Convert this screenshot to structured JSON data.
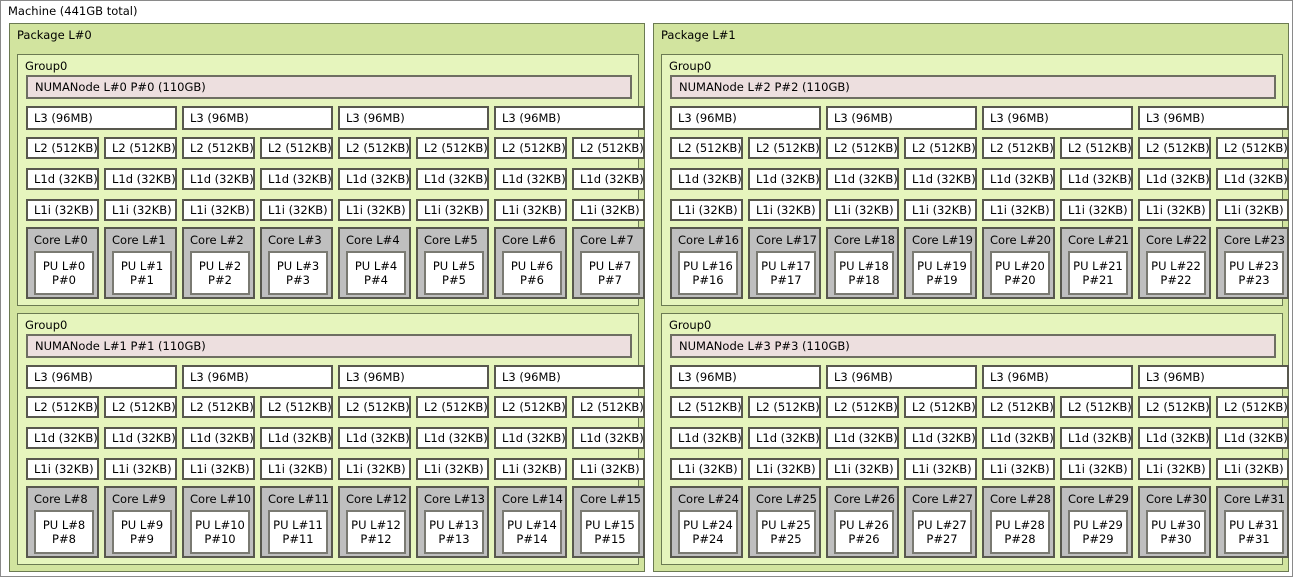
{
  "machine": {
    "label": "Machine (441GB total)"
  },
  "packages": [
    {
      "label": "Package L#0",
      "groups": [
        {
          "label": "Group0",
          "numanode": "NUMANode L#0 P#0 (110GB)",
          "l3": [
            "L3 (96MB)",
            "L3 (96MB)",
            "L3 (96MB)",
            "L3 (96MB)"
          ],
          "l2": [
            "L2 (512KB)",
            "L2 (512KB)",
            "L2 (512KB)",
            "L2 (512KB)",
            "L2 (512KB)",
            "L2 (512KB)",
            "L2 (512KB)",
            "L2 (512KB)"
          ],
          "l1d": [
            "L1d (32KB)",
            "L1d (32KB)",
            "L1d (32KB)",
            "L1d (32KB)",
            "L1d (32KB)",
            "L1d (32KB)",
            "L1d (32KB)",
            "L1d (32KB)"
          ],
          "l1i": [
            "L1i (32KB)",
            "L1i (32KB)",
            "L1i (32KB)",
            "L1i (32KB)",
            "L1i (32KB)",
            "L1i (32KB)",
            "L1i (32KB)",
            "L1i (32KB)"
          ],
          "cores": [
            {
              "label": "Core L#0",
              "pu_l": "PU L#0",
              "pu_p": "P#0"
            },
            {
              "label": "Core L#1",
              "pu_l": "PU L#1",
              "pu_p": "P#1"
            },
            {
              "label": "Core L#2",
              "pu_l": "PU L#2",
              "pu_p": "P#2"
            },
            {
              "label": "Core L#3",
              "pu_l": "PU L#3",
              "pu_p": "P#3"
            },
            {
              "label": "Core L#4",
              "pu_l": "PU L#4",
              "pu_p": "P#4"
            },
            {
              "label": "Core L#5",
              "pu_l": "PU L#5",
              "pu_p": "P#5"
            },
            {
              "label": "Core L#6",
              "pu_l": "PU L#6",
              "pu_p": "P#6"
            },
            {
              "label": "Core L#7",
              "pu_l": "PU L#7",
              "pu_p": "P#7"
            }
          ]
        },
        {
          "label": "Group0",
          "numanode": "NUMANode L#1 P#1 (110GB)",
          "l3": [
            "L3 (96MB)",
            "L3 (96MB)",
            "L3 (96MB)",
            "L3 (96MB)"
          ],
          "l2": [
            "L2 (512KB)",
            "L2 (512KB)",
            "L2 (512KB)",
            "L2 (512KB)",
            "L2 (512KB)",
            "L2 (512KB)",
            "L2 (512KB)",
            "L2 (512KB)"
          ],
          "l1d": [
            "L1d (32KB)",
            "L1d (32KB)",
            "L1d (32KB)",
            "L1d (32KB)",
            "L1d (32KB)",
            "L1d (32KB)",
            "L1d (32KB)",
            "L1d (32KB)"
          ],
          "l1i": [
            "L1i (32KB)",
            "L1i (32KB)",
            "L1i (32KB)",
            "L1i (32KB)",
            "L1i (32KB)",
            "L1i (32KB)",
            "L1i (32KB)",
            "L1i (32KB)"
          ],
          "cores": [
            {
              "label": "Core L#8",
              "pu_l": "PU L#8",
              "pu_p": "P#8"
            },
            {
              "label": "Core L#9",
              "pu_l": "PU L#9",
              "pu_p": "P#9"
            },
            {
              "label": "Core L#10",
              "pu_l": "PU L#10",
              "pu_p": "P#10"
            },
            {
              "label": "Core L#11",
              "pu_l": "PU L#11",
              "pu_p": "P#11"
            },
            {
              "label": "Core L#12",
              "pu_l": "PU L#12",
              "pu_p": "P#12"
            },
            {
              "label": "Core L#13",
              "pu_l": "PU L#13",
              "pu_p": "P#13"
            },
            {
              "label": "Core L#14",
              "pu_l": "PU L#14",
              "pu_p": "P#14"
            },
            {
              "label": "Core L#15",
              "pu_l": "PU L#15",
              "pu_p": "P#15"
            }
          ]
        }
      ]
    },
    {
      "label": "Package L#1",
      "groups": [
        {
          "label": "Group0",
          "numanode": "NUMANode L#2 P#2 (110GB)",
          "l3": [
            "L3 (96MB)",
            "L3 (96MB)",
            "L3 (96MB)",
            "L3 (96MB)"
          ],
          "l2": [
            "L2 (512KB)",
            "L2 (512KB)",
            "L2 (512KB)",
            "L2 (512KB)",
            "L2 (512KB)",
            "L2 (512KB)",
            "L2 (512KB)",
            "L2 (512KB)"
          ],
          "l1d": [
            "L1d (32KB)",
            "L1d (32KB)",
            "L1d (32KB)",
            "L1d (32KB)",
            "L1d (32KB)",
            "L1d (32KB)",
            "L1d (32KB)",
            "L1d (32KB)"
          ],
          "l1i": [
            "L1i (32KB)",
            "L1i (32KB)",
            "L1i (32KB)",
            "L1i (32KB)",
            "L1i (32KB)",
            "L1i (32KB)",
            "L1i (32KB)",
            "L1i (32KB)"
          ],
          "cores": [
            {
              "label": "Core L#16",
              "pu_l": "PU L#16",
              "pu_p": "P#16"
            },
            {
              "label": "Core L#17",
              "pu_l": "PU L#17",
              "pu_p": "P#17"
            },
            {
              "label": "Core L#18",
              "pu_l": "PU L#18",
              "pu_p": "P#18"
            },
            {
              "label": "Core L#19",
              "pu_l": "PU L#19",
              "pu_p": "P#19"
            },
            {
              "label": "Core L#20",
              "pu_l": "PU L#20",
              "pu_p": "P#20"
            },
            {
              "label": "Core L#21",
              "pu_l": "PU L#21",
              "pu_p": "P#21"
            },
            {
              "label": "Core L#22",
              "pu_l": "PU L#22",
              "pu_p": "P#22"
            },
            {
              "label": "Core L#23",
              "pu_l": "PU L#23",
              "pu_p": "P#23"
            }
          ]
        },
        {
          "label": "Group0",
          "numanode": "NUMANode L#3 P#3 (110GB)",
          "l3": [
            "L3 (96MB)",
            "L3 (96MB)",
            "L3 (96MB)",
            "L3 (96MB)"
          ],
          "l2": [
            "L2 (512KB)",
            "L2 (512KB)",
            "L2 (512KB)",
            "L2 (512KB)",
            "L2 (512KB)",
            "L2 (512KB)",
            "L2 (512KB)",
            "L2 (512KB)"
          ],
          "l1d": [
            "L1d (32KB)",
            "L1d (32KB)",
            "L1d (32KB)",
            "L1d (32KB)",
            "L1d (32KB)",
            "L1d (32KB)",
            "L1d (32KB)",
            "L1d (32KB)"
          ],
          "l1i": [
            "L1i (32KB)",
            "L1i (32KB)",
            "L1i (32KB)",
            "L1i (32KB)",
            "L1i (32KB)",
            "L1i (32KB)",
            "L1i (32KB)",
            "L1i (32KB)"
          ],
          "cores": [
            {
              "label": "Core L#24",
              "pu_l": "PU L#24",
              "pu_p": "P#24"
            },
            {
              "label": "Core L#25",
              "pu_l": "PU L#25",
              "pu_p": "P#25"
            },
            {
              "label": "Core L#26",
              "pu_l": "PU L#26",
              "pu_p": "P#26"
            },
            {
              "label": "Core L#27",
              "pu_l": "PU L#27",
              "pu_p": "P#27"
            },
            {
              "label": "Core L#28",
              "pu_l": "PU L#28",
              "pu_p": "P#28"
            },
            {
              "label": "Core L#29",
              "pu_l": "PU L#29",
              "pu_p": "P#29"
            },
            {
              "label": "Core L#30",
              "pu_l": "PU L#30",
              "pu_p": "P#30"
            },
            {
              "label": "Core L#31",
              "pu_l": "PU L#31",
              "pu_p": "P#31"
            }
          ]
        }
      ]
    }
  ],
  "colors": {
    "machine_bg": "#ffffff",
    "package_bg": "#d2e49f",
    "group_bg": "#e6f5bd",
    "numanode_bg": "#eddfdf",
    "cache_bg": "#ffffff",
    "core_bg": "#bfbfbf",
    "pu_bg": "#ffffff",
    "border": "#58584e"
  }
}
